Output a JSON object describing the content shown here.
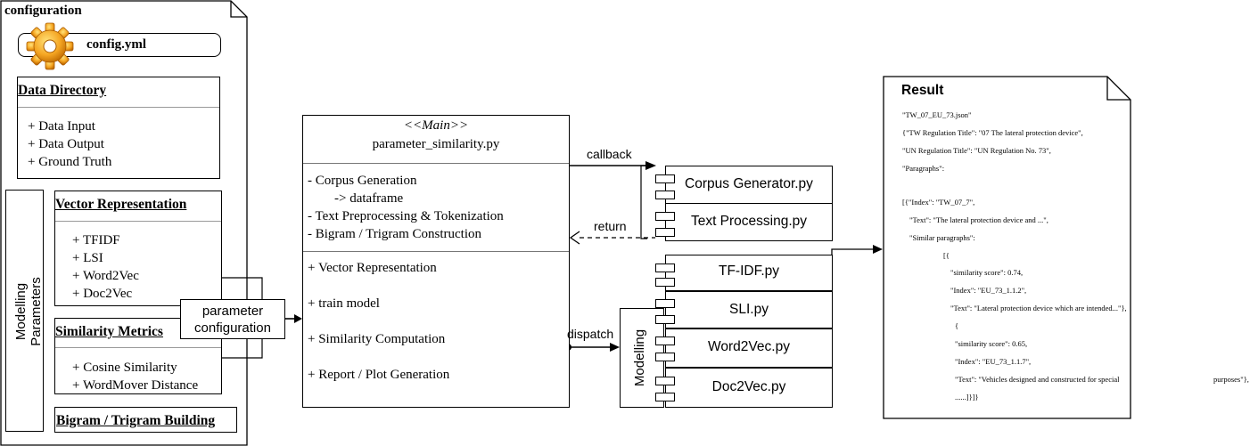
{
  "configuration": {
    "title": "configuration",
    "config_file": "config.yml",
    "data_directory": {
      "header": "Data Directory",
      "items": [
        "+ Data Input",
        "+ Data Output",
        "+ Ground Truth"
      ]
    },
    "modelling_parameters_label_line1": "Modelling",
    "modelling_parameters_label_line2": "Parameters",
    "vector_representation": {
      "header": "Vector Representation",
      "items": [
        "+ TFIDF",
        "+ LSI",
        "+ Word2Vec",
        "+ Doc2Vec"
      ]
    },
    "similarity_metrics": {
      "header": "Similarity Metrics",
      "items": [
        "+ Cosine Similarity",
        "+ WordMover Distance"
      ]
    },
    "bigram_trigram": "Bigram / Trigram Building",
    "parameter_configuration_line1": "parameter",
    "parameter_configuration_line2": "configuration"
  },
  "main": {
    "stereotype": "<<Main>>",
    "name": "parameter_similarity.py",
    "section1": [
      "- Corpus Generation",
      "-> dataframe",
      "- Text Preprocessing & Tokenization",
      "- Bigram / Trigram Construction"
    ],
    "section2": [
      "+ Vector Representation",
      "+ train model",
      "+ Similarity Computation",
      "+ Report / Plot Generation"
    ]
  },
  "arrows": {
    "callback": "callback",
    "return": "return",
    "dispatch": "dispatch"
  },
  "components": {
    "corpus_generator": "Corpus Generator.py",
    "text_processing": "Text Processing.py",
    "modelling_label": "Modelling",
    "tfidf": "TF-IDF.py",
    "sli": "SLI.py",
    "word2vec": "Word2Vec.py",
    "doc2vec": "Doc2Vec.py"
  },
  "result": {
    "title": "Result",
    "lines": [
      "\"TW_07_EU_73.json\"",
      "{\"TW Regulation Title\":  \"07 The lateral protection device\",",
      "\"UN Regulation Title\": \"UN Regulation No. 73\",",
      "\"Paragraphs\":",
      "[{\"Index\": \"TW_07_7\",",
      "\"Text\": \"The lateral protection device and ...\",",
      "\"Similar paragraphs\":",
      "[{",
      "\"similarity score\": 0.74,",
      "\"Index\": \"EU_73_1.1.2\",",
      "\"Text\": \"Lateral protection device which are intended...\"},",
      "{",
      "\"similarity score\": 0.65,",
      "\"Index\": \"EU_73_1.1.7\",",
      "\"Text\":  \"Vehicles designed and constructed for special",
      "purposes\"},",
      "......]}]}"
    ]
  }
}
